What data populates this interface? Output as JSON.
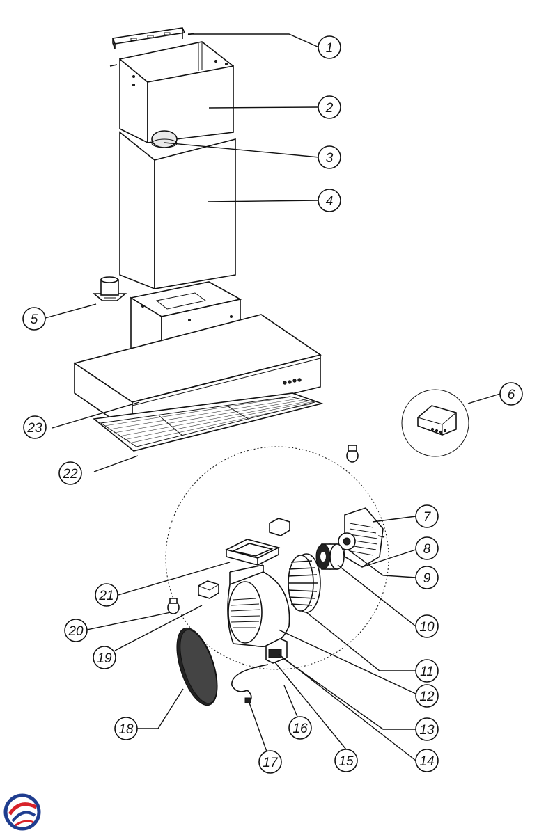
{
  "callouts": [
    {
      "id": "c1",
      "number": "1"
    },
    {
      "id": "c2",
      "number": "2"
    },
    {
      "id": "c3",
      "number": "3"
    },
    {
      "id": "c4",
      "number": "4"
    },
    {
      "id": "c5",
      "number": "5"
    },
    {
      "id": "c6",
      "number": "6"
    },
    {
      "id": "c7",
      "number": "7"
    },
    {
      "id": "c8",
      "number": "8"
    },
    {
      "id": "c9",
      "number": "9"
    },
    {
      "id": "c10",
      "number": "10"
    },
    {
      "id": "c11",
      "number": "11"
    },
    {
      "id": "c12",
      "number": "12"
    },
    {
      "id": "c13",
      "number": "13"
    },
    {
      "id": "c14",
      "number": "14"
    },
    {
      "id": "c15",
      "number": "15"
    },
    {
      "id": "c16",
      "number": "16"
    },
    {
      "id": "c17",
      "number": "17"
    },
    {
      "id": "c18",
      "number": "18"
    },
    {
      "id": "c19",
      "number": "19"
    },
    {
      "id": "c20",
      "number": "20"
    },
    {
      "id": "c21",
      "number": "21"
    },
    {
      "id": "c22",
      "number": "22"
    },
    {
      "id": "c23",
      "number": "23"
    }
  ],
  "colors": {
    "line": "#111111",
    "logo_blue": "#1f3d8f",
    "logo_red": "#d8222a"
  },
  "icons": {
    "logo": "brand-logo-icon"
  }
}
